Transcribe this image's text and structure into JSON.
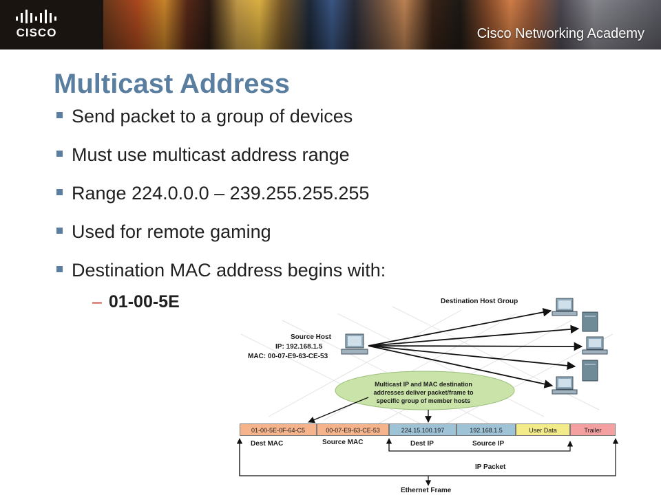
{
  "banner": {
    "logo_text": "CISCO",
    "academy_text": "Cisco Networking Academy"
  },
  "slide": {
    "title": "Multicast Address",
    "bullets": [
      "Send packet to a group of devices",
      "Must use multicast address range",
      "Range  224.0.0.0 – 239.255.255.255",
      "Used for remote gaming",
      "Destination MAC address begins with:"
    ],
    "sub_bullet_dash": "–",
    "sub_bullet": "01-00-5E"
  },
  "diagram": {
    "destination_group_label": "Destination Host Group",
    "source_host": {
      "label": "Source Host",
      "ip": "IP: 192.168.1.5",
      "mac": "MAC: 00-07-E9-63-CE-53"
    },
    "bubble_text": "Multicast IP and MAC destination addresses deliver packet/frame to specific group of member hosts",
    "frame_fields": [
      {
        "text": "01-00-5E-0F-64-C5",
        "color": "#f5b48c"
      },
      {
        "text": "00-07-E9-63-CE-53",
        "color": "#f5b48c"
      },
      {
        "text": "224.15.100.197",
        "color": "#9ec2d6"
      },
      {
        "text": "192.168.1.5",
        "color": "#9ec2d6"
      },
      {
        "text": "User Data",
        "color": "#f3ea8a"
      },
      {
        "text": "Trailer",
        "color": "#f5a0a0"
      }
    ],
    "labels": {
      "dest_mac": "Dest MAC",
      "source_mac": "Source MAC",
      "dest_ip": "Dest IP",
      "source_ip": "Source IP",
      "ip_packet": "IP Packet",
      "ethernet_frame": "Ethernet Frame"
    }
  }
}
